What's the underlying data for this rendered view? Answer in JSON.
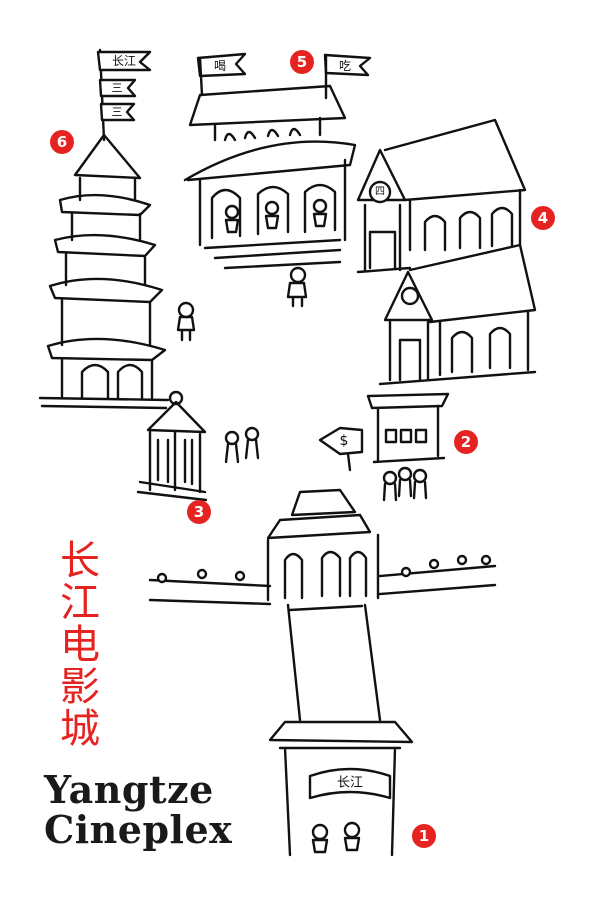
{
  "title": {
    "chinese_chars": [
      "长",
      "江",
      "电",
      "影",
      "城"
    ],
    "english_line1": "Yangtze",
    "english_line2": "Cineplex"
  },
  "signs": {
    "gate": "长江",
    "pagoda_flag_top": "长江",
    "pagoda_flag_mid": "三",
    "pagoda_flag_low": "三",
    "drink_flag": "喝",
    "eat_flag": "吃",
    "ticket_sign": "$",
    "cinema_emblem": "四"
  },
  "markers": [
    {
      "id": "1",
      "label": "1",
      "place": "gate"
    },
    {
      "id": "2",
      "label": "2",
      "place": "ticket-office"
    },
    {
      "id": "3",
      "label": "3",
      "place": "pavilion"
    },
    {
      "id": "4",
      "label": "4",
      "place": "cinema-halls"
    },
    {
      "id": "5",
      "label": "5",
      "place": "food-hall"
    },
    {
      "id": "6",
      "label": "6",
      "place": "pagoda"
    }
  ],
  "colors": {
    "marker": "#e52421",
    "accent_title": "#e52421",
    "ink": "#111111"
  }
}
